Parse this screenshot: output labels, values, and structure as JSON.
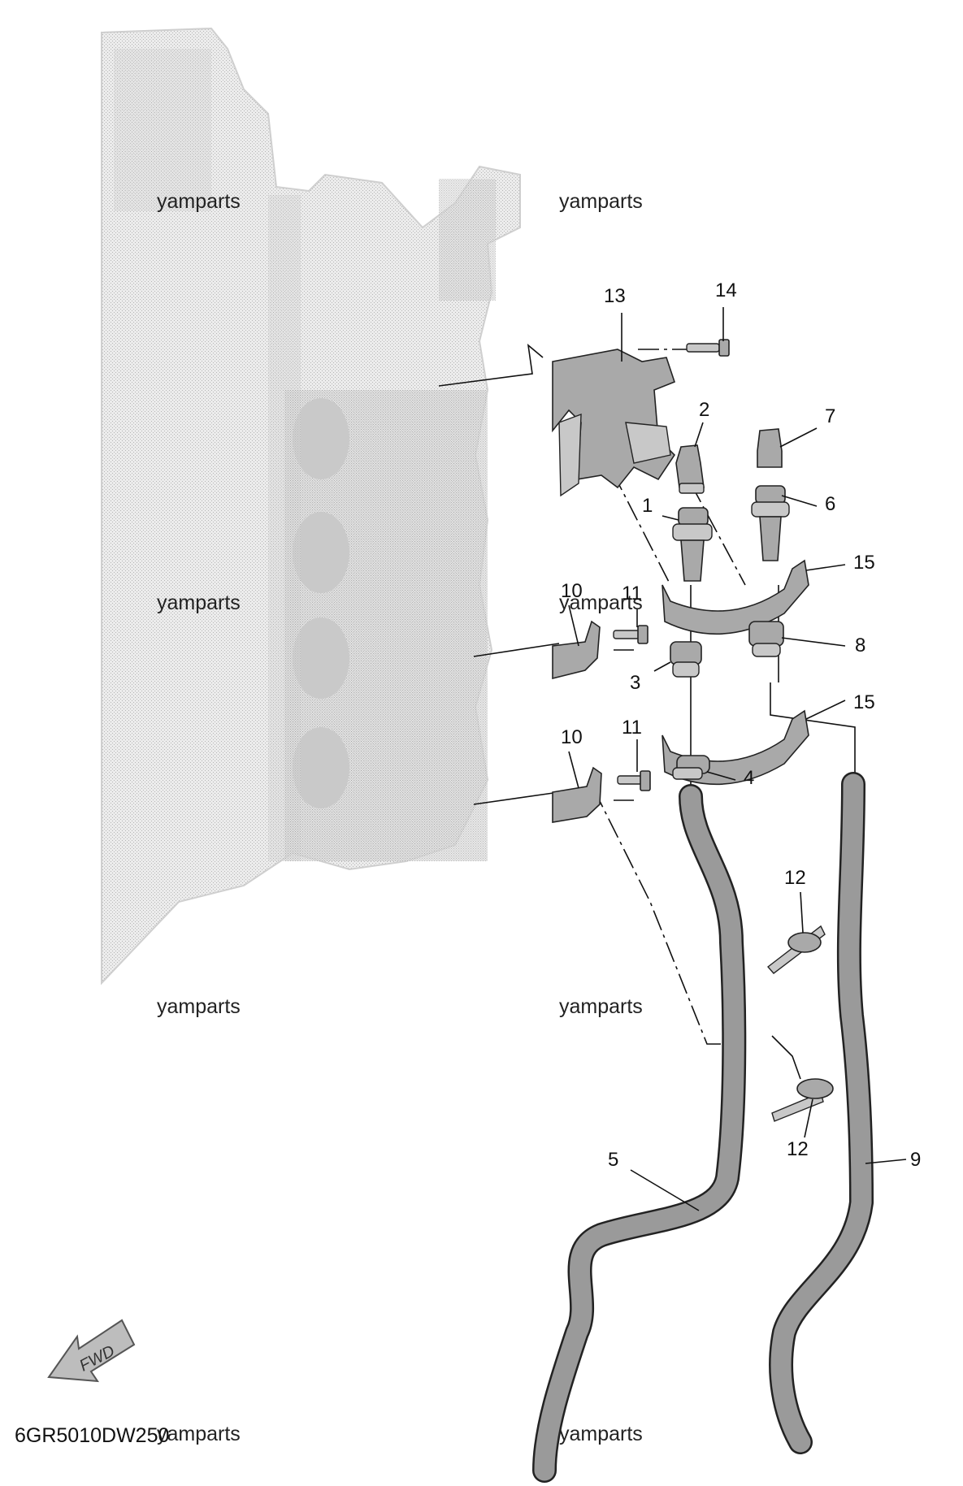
{
  "diagram_code": "6GR5010DW250",
  "watermark": "yamparts",
  "fwd_label": "FWD",
  "callouts": {
    "c1": "1",
    "c2": "2",
    "c3": "3",
    "c4": "4",
    "c5": "5",
    "c6": "6",
    "c7": "7",
    "c8": "8",
    "c9": "9",
    "c10a": "10",
    "c10b": "10",
    "c11a": "11",
    "c11b": "11",
    "c12a": "12",
    "c12b": "12",
    "c13": "13",
    "c14": "14",
    "c15a": "15",
    "c15b": "15"
  }
}
